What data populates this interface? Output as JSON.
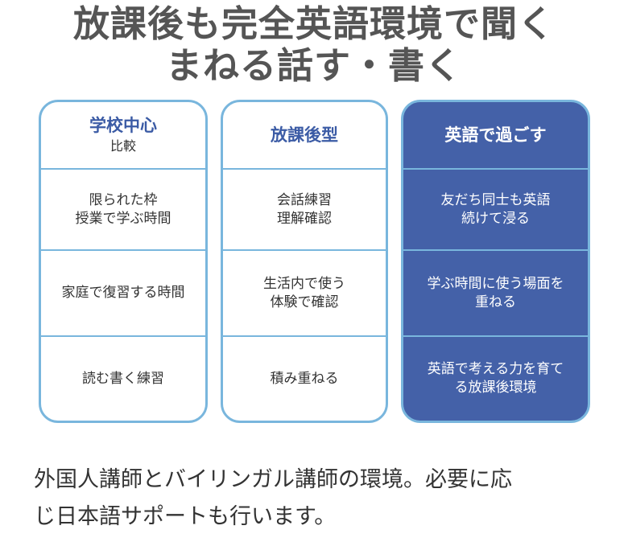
{
  "headline": {
    "line1": "放課後も完全英語環境で聞く",
    "line2": "まねる話す・書く"
  },
  "columns": [
    {
      "title": "学校中心",
      "subtitle": "比較",
      "rows": [
        [
          "限られた枠",
          "授業で学ぶ時間"
        ],
        [
          "家庭で復習する時間"
        ],
        [
          "読む書く練習"
        ]
      ]
    },
    {
      "title": "放課後型",
      "subtitle": "",
      "rows": [
        [
          "会話練習",
          "理解確認"
        ],
        [
          "生活内で使う",
          "体験で確認"
        ],
        [
          "積み重ねる"
        ]
      ]
    },
    {
      "title": "英語で過ごす",
      "subtitle": "",
      "rows": [
        [
          "友だち同士も英語",
          "続けて浸る"
        ],
        [
          "学ぶ時間に使う場面を",
          "重ねる"
        ],
        [
          "英語で考える力を育て",
          "る放課後環境"
        ]
      ]
    }
  ],
  "note": {
    "line1": "外国人講師とバイリンガル講師の環境。必要に応",
    "line2": "じ日本語サポートも行います。"
  },
  "colors": {
    "border": "#79b6dd",
    "highlight_bg": "#4461a8",
    "title_text": "#3b5ba5",
    "headline_text": "#555555"
  }
}
